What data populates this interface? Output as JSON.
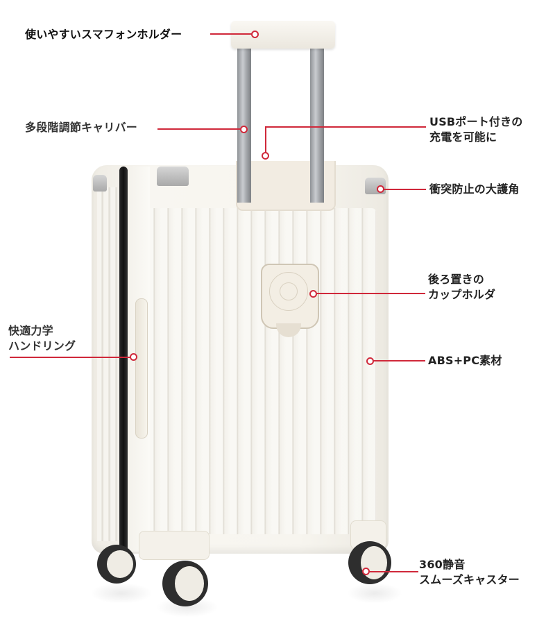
{
  "product": {
    "type": "suitcase",
    "body_color": "#f6f4ee",
    "accent_color": "#d0283a",
    "corner_color": "#b3b3b3",
    "rod_color": "#a8abaf",
    "zipper_color": "#1f1f1f"
  },
  "callouts": [
    {
      "id": "phone-holder",
      "lines": [
        "使いやすいスマフォンホルダー"
      ]
    },
    {
      "id": "telescopic-handle",
      "lines": [
        "多段階調節キャリバー"
      ]
    },
    {
      "id": "usb-port",
      "lines": [
        "USBポート付きの",
        "充電を可能に"
      ]
    },
    {
      "id": "corner-guard",
      "lines": [
        "衝突防止の大護角"
      ]
    },
    {
      "id": "cup-holder",
      "lines": [
        "後ろ置きの",
        "カップホルダ"
      ]
    },
    {
      "id": "material",
      "lines": [
        "ABS+PC素材"
      ]
    },
    {
      "id": "side-handle",
      "lines": [
        "快適力学",
        "ハンドリング"
      ]
    },
    {
      "id": "wheels",
      "lines": [
        "360静音",
        "スムーズキャスター"
      ]
    }
  ]
}
